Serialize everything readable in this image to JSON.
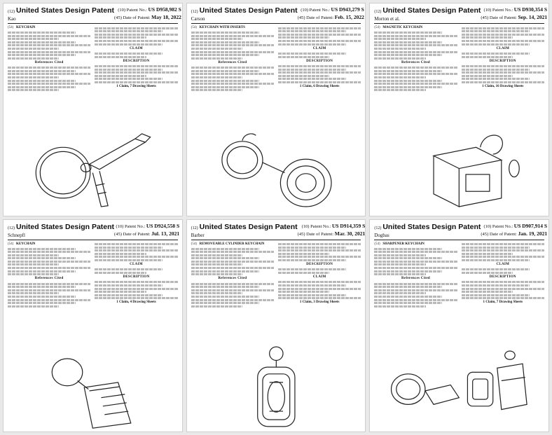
{
  "patents": [
    {
      "code": "(12)",
      "title": "United States Design Patent",
      "inventor": "Kao",
      "patent_no_label": "(10) Patent No.:",
      "patent_no": "US D958,982 S",
      "date_label": "(45) Date of Patent:",
      "date": "May 18, 2022",
      "product": "KEYCHAIN",
      "section_left": "References Cited",
      "section_right": "DESCRIPTION",
      "claim_heading": "CLAIM",
      "claims_footer": "1 Claim, 7 Drawing Sheets"
    },
    {
      "code": "(12)",
      "title": "United States Design Patent",
      "inventor": "Carson",
      "patent_no_label": "(10) Patent No.:",
      "patent_no": "US D943,279 S",
      "date_label": "(45) Date of Patent:",
      "date": "Feb. 15, 2022",
      "product": "KEYCHAIN WITH INSERTS",
      "section_left": "References Cited",
      "section_right": "DESCRIPTION",
      "claim_heading": "CLAIM",
      "claims_footer": "1 Claim, 6 Drawing Sheets"
    },
    {
      "code": "(12)",
      "title": "United States Design Patent",
      "inventor": "Morton et al.",
      "patent_no_label": "(10) Patent No.:",
      "patent_no": "US D930,354 S",
      "date_label": "(45) Date of Patent:",
      "date": "Sep. 14, 2021",
      "product": "MAGNETIC KEYCHAIN",
      "section_left": "References Cited",
      "section_right": "DESCRIPTION",
      "claim_heading": "CLAIM",
      "claims_footer": "1 Claim, 16 Drawing Sheets"
    },
    {
      "code": "(12)",
      "title": "United States Design Patent",
      "inventor": "Schnepfl",
      "patent_no_label": "(10) Patent No.:",
      "patent_no": "US D924,558 S",
      "date_label": "(45) Date of Patent:",
      "date": "Jul. 13, 2021",
      "product": "KEYCHAIN",
      "section_left": "References Cited",
      "section_right": "DESCRIPTION",
      "claim_heading": "CLAIM",
      "claims_footer": "1 Claim, 4 Drawing Sheets"
    },
    {
      "code": "(12)",
      "title": "United States Design Patent",
      "inventor": "Barber",
      "patent_no_label": "(10) Patent No.:",
      "patent_no": "US D914,359 S",
      "date_label": "(45) Date of Patent:",
      "date": "Mar. 30, 2021",
      "product": "REMOVEABLE CYLINDER KEYCHAIN",
      "section_left": "References Cited",
      "section_right": "CLAIM",
      "claim_heading": "DESCRIPTION",
      "claims_footer": "1 Claim, 3 Drawing Sheets"
    },
    {
      "code": "(12)",
      "title": "United States Design Patent",
      "inventor": "Dogbas",
      "patent_no_label": "(10) Patent No.:",
      "patent_no": "US D907,914 S",
      "date_label": "(45) Date of Patent:",
      "date": "Jan. 19, 2021",
      "product": "SHARPENER KEYCHAIN",
      "section_left": "References Cited",
      "section_right": "DESCRIPTION",
      "claim_heading": "CLAIM",
      "claims_footer": "1 Claim, 7 Drawing Sheets"
    }
  ]
}
